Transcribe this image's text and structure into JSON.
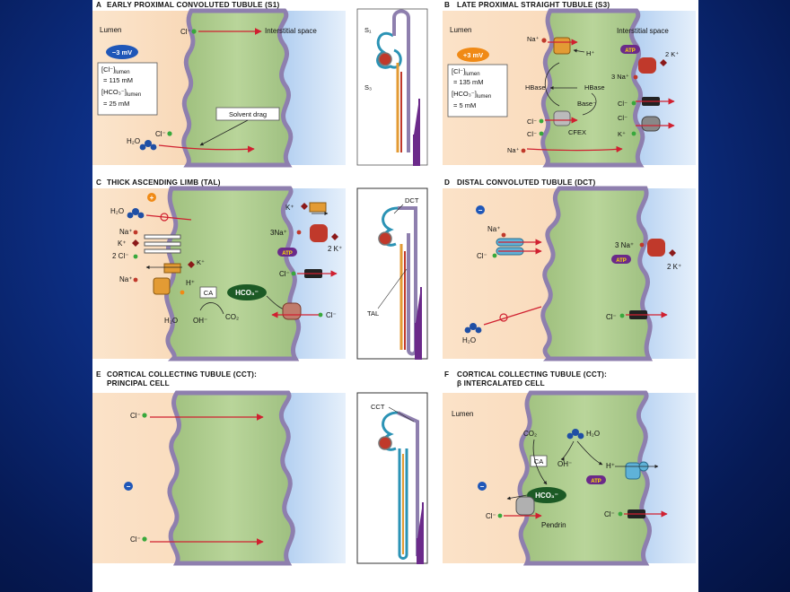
{
  "panels": {
    "a": {
      "letter": "A",
      "title": "EARLY PROXIMAL CONVOLUTED TUBULE (S1)",
      "lumen": "Lumen",
      "interstitial": "Interstitial space",
      "potential": "−3 mV",
      "conc_line1": "[Cl⁻]",
      "conc_sub1": "lumen",
      "conc_val1": "= 115 mM",
      "conc_line2": "[HCO₃⁻]",
      "conc_sub2": "lumen",
      "conc_val2": "= 25 mM",
      "solvent_drag": "Solvent drag",
      "cl": "Cl⁻",
      "h2o": "H₂O"
    },
    "b": {
      "letter": "B",
      "title": "LATE PROXIMAL STRAIGHT TUBULE (S3)",
      "lumen": "Lumen",
      "interstitial": "Interstitial space",
      "potential": "+3 mV",
      "conc_line1": "[Cl⁻]",
      "conc_sub1": "lumen",
      "conc_val1": "= 135 mM",
      "conc_line2": "[HCO₃⁻]",
      "conc_sub2": "lumen",
      "conc_val2": "= 5 mM",
      "na": "Na⁺",
      "h": "H⁺",
      "hbase_left": "HBase",
      "hbase_right": "HBase",
      "base": "Base⁻",
      "cl": "Cl⁻",
      "cl2": "Cl⁻",
      "cfex": "CFEX",
      "na_bottom": "Na⁺",
      "two_k": "2 K⁺",
      "three_na": "3 Na⁺",
      "cl_baso": "Cl⁻",
      "cl_baso2": "Cl⁻",
      "k_baso": "K⁺",
      "atp": "ATP"
    },
    "c": {
      "letter": "C",
      "title": "THICK ASCENDING LIMB (TAL)",
      "h2o": "H₂O",
      "na": "Na⁺",
      "k": "K⁺",
      "two_cl": "2 Cl⁻",
      "k_recycle": "K⁺",
      "na2": "Na⁺",
      "h": "H⁺",
      "ca": "CA",
      "h2o_2": "H₂O",
      "oh": "OH⁻",
      "co2": "CO₂",
      "hco3": "HCO₃⁻",
      "k_baso": "K⁺",
      "three_na": "3Na⁺",
      "two_k": "2 K⁺",
      "cl_baso": "Cl⁻",
      "cl_exch": "Cl⁻",
      "atp": "ATP"
    },
    "d": {
      "letter": "D",
      "title": "DISTAL CONVOLUTED TUBULE (DCT)",
      "na": "Na⁺",
      "cl": "Cl⁻",
      "three_na": "3 Na⁺",
      "two_k": "2 K⁺",
      "cl_baso": "Cl⁻",
      "h2o": "H₂O",
      "atp": "ATP"
    },
    "e": {
      "letter": "E",
      "title_line1": "CORTICAL COLLECTING TUBULE (CCT):",
      "title_line2": "PRINCIPAL CELL",
      "cl_top": "Cl⁻",
      "cl_bottom": "Cl⁻"
    },
    "f": {
      "letter": "F",
      "title_line1": "CORTICAL COLLECTING TUBULE (CCT):",
      "title_line2": "β INTERCALATED CELL",
      "lumen": "Lumen",
      "co2": "CO₂",
      "h2o": "H₂O",
      "ca": "CA",
      "oh": "OH⁻",
      "h": "H⁺",
      "hco3": "HCO₃⁻",
      "cl": "Cl⁻",
      "pendrin": "Pendrin",
      "cl_baso": "Cl⁻",
      "atp": "ATP"
    }
  },
  "nephrons": {
    "top": {
      "s1": "S₁",
      "s3": "S₃"
    },
    "middle": {
      "dct": "DCT",
      "tal": "TAL"
    },
    "bottom": {
      "cct": "CCT"
    }
  },
  "colors": {
    "lumen": "#f7cfa7",
    "interstitium": "#bcd6f2",
    "cell": "#a9c98a",
    "membrane": "#8e7fae",
    "transporter_red": "#c0392b",
    "ion_green": "#38a83c",
    "water_blue": "#1f4fa5",
    "hco3_bg": "#1c5a25",
    "minus_badge": "#1f57b8",
    "plus_badge": "#f08a16"
  }
}
